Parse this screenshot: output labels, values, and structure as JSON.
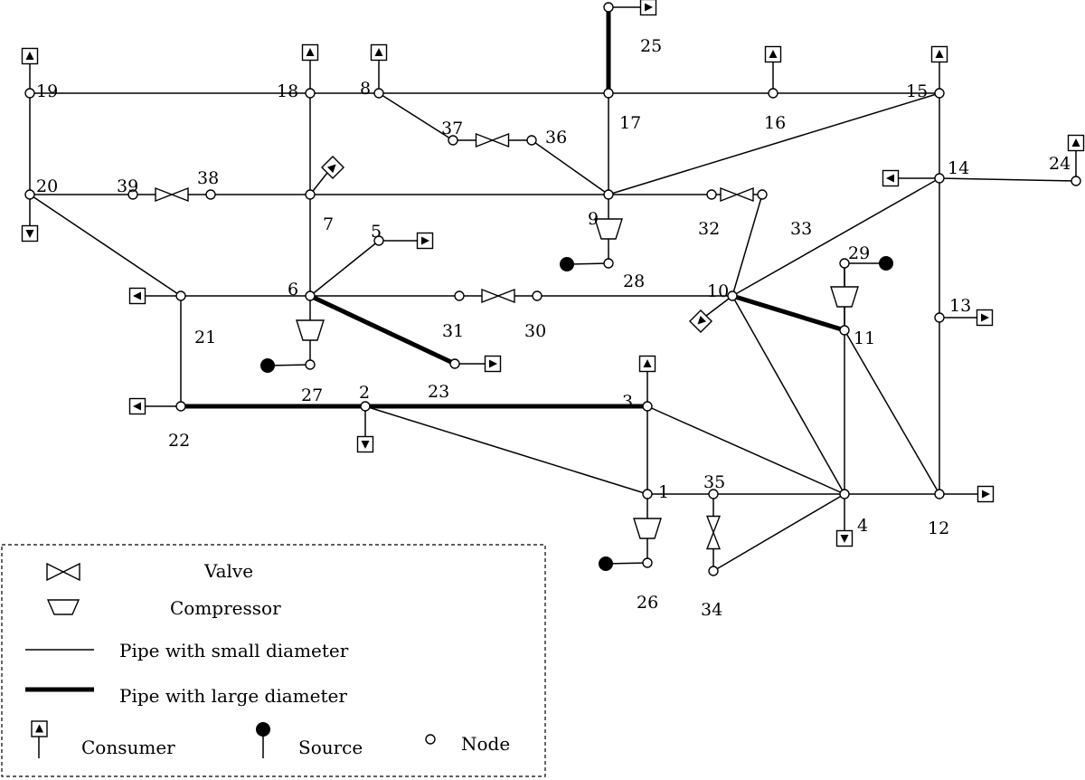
{
  "legend": {
    "valve": "Valve",
    "compressor": "Compressor",
    "small_pipe": "Pipe with small diameter",
    "large_pipe": "Pipe with large diameter",
    "consumer": "Consumer",
    "source": "Source",
    "node": "Node"
  },
  "nodes": [
    {
      "id": "1"
    },
    {
      "id": "2"
    },
    {
      "id": "3"
    },
    {
      "id": "4"
    },
    {
      "id": "5"
    },
    {
      "id": "6"
    },
    {
      "id": "7"
    },
    {
      "id": "8"
    },
    {
      "id": "9"
    },
    {
      "id": "10"
    },
    {
      "id": "11"
    },
    {
      "id": "12"
    },
    {
      "id": "13"
    },
    {
      "id": "14"
    },
    {
      "id": "15"
    },
    {
      "id": "16"
    },
    {
      "id": "17"
    },
    {
      "id": "18"
    },
    {
      "id": "19"
    },
    {
      "id": "20"
    },
    {
      "id": "21"
    },
    {
      "id": "22"
    },
    {
      "id": "23"
    },
    {
      "id": "24"
    },
    {
      "id": "25"
    },
    {
      "id": "26"
    },
    {
      "id": "27"
    },
    {
      "id": "28"
    },
    {
      "id": "29"
    },
    {
      "id": "30"
    },
    {
      "id": "31"
    },
    {
      "id": "32"
    },
    {
      "id": "33"
    },
    {
      "id": "34"
    },
    {
      "id": "35"
    },
    {
      "id": "36"
    },
    {
      "id": "37"
    },
    {
      "id": "38"
    },
    {
      "id": "39"
    }
  ],
  "small_pipes": [
    [
      "19",
      "18"
    ],
    [
      "18",
      "8"
    ],
    [
      "8",
      "17"
    ],
    [
      "17",
      "16"
    ],
    [
      "16",
      "15"
    ],
    [
      "19",
      "20"
    ],
    [
      "18",
      "7"
    ],
    [
      "20",
      "39"
    ],
    [
      "38",
      "7"
    ],
    [
      "7",
      "9"
    ],
    [
      "9",
      "32"
    ],
    [
      "7",
      "6"
    ],
    [
      "6",
      "5"
    ],
    [
      "8",
      "37"
    ],
    [
      "36",
      "9"
    ],
    [
      "17",
      "9"
    ],
    [
      "9",
      "15"
    ],
    [
      "15",
      "14"
    ],
    [
      "14",
      "12"
    ],
    [
      "14",
      "10"
    ],
    [
      "33",
      "10"
    ],
    [
      "20",
      "21"
    ],
    [
      "21",
      "6"
    ],
    [
      "21",
      "22"
    ],
    [
      "6",
      "31"
    ],
    [
      "30",
      "10"
    ],
    [
      "10",
      "4"
    ],
    [
      "2",
      "1"
    ],
    [
      "3",
      "1"
    ],
    [
      "3",
      "4"
    ],
    [
      "1",
      "35"
    ],
    [
      "35",
      "4"
    ],
    [
      "34",
      "4"
    ],
    [
      "4",
      "12"
    ],
    [
      "11",
      "4"
    ],
    [
      "11",
      "12"
    ],
    [
      "14",
      "24"
    ],
    [
      "11",
      "29"
    ]
  ],
  "large_pipes": [
    [
      "22",
      "2"
    ],
    [
      "2",
      "3"
    ],
    [
      "6",
      "23"
    ],
    [
      "10",
      "11"
    ],
    [
      "17",
      "25"
    ]
  ],
  "valves": [
    [
      "39",
      "38"
    ],
    [
      "37",
      "36"
    ],
    [
      "32",
      "33"
    ],
    [
      "31",
      "30"
    ],
    [
      "35",
      "34"
    ]
  ],
  "compressors": [
    [
      "9",
      "28"
    ],
    [
      "6",
      "27"
    ],
    [
      "1",
      "26"
    ],
    [
      "29",
      "11"
    ]
  ]
}
